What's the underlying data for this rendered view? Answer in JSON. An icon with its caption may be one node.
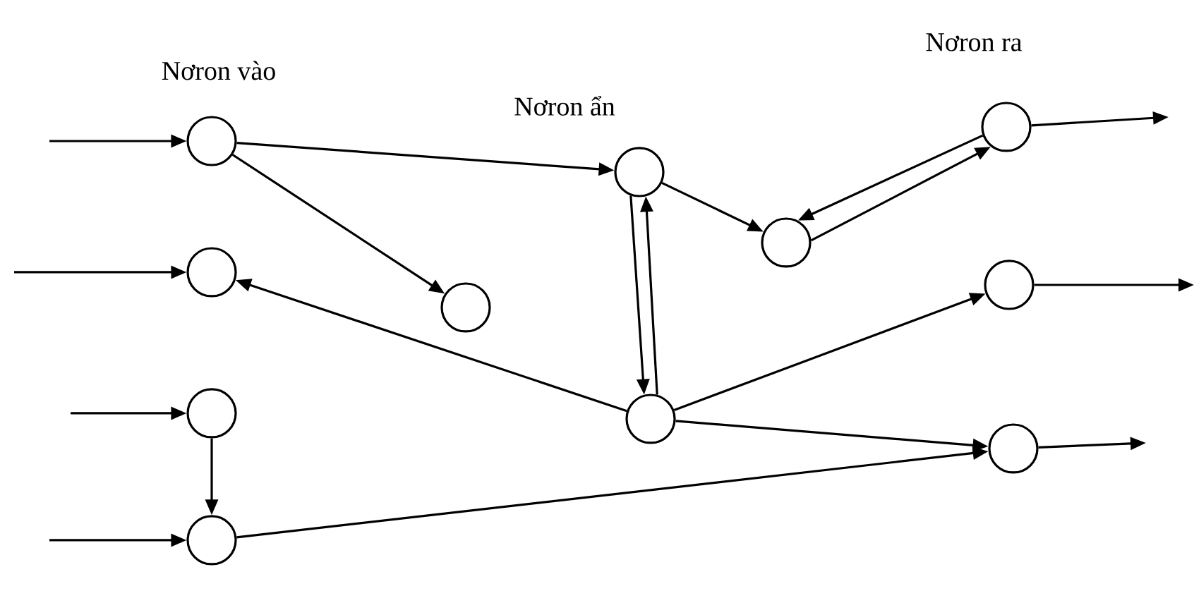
{
  "diagram": {
    "nodes": [
      {
        "text": [],
        "shape": "circle"
      },
      {
        "text": [],
        "shape": "circle"
      },
      {
        "text": [],
        "shape": "circle"
      },
      {
        "text": [],
        "shape": "circle"
      },
      {
        "text": [],
        "shape": "circle"
      },
      {
        "text": [],
        "shape": "circle"
      },
      {
        "text": [],
        "shape": "circle"
      },
      {
        "text": [],
        "shape": "circle"
      },
      {
        "text": [],
        "shape": "circle"
      },
      {
        "text": [],
        "shape": "circle"
      },
      {
        "text": [],
        "shape": "circle"
      }
    ],
    "edges": [
      {
        "from": null,
        "to": 0,
        "arrow": "to"
      },
      {
        "from": null,
        "to": 1,
        "arrow": "to"
      },
      {
        "from": null,
        "to": 2,
        "arrow": "to"
      },
      {
        "from": null,
        "to": 3,
        "arrow": "to"
      },
      {
        "from": 0,
        "to": 5,
        "arrow": "to"
      },
      {
        "from": 0,
        "to": 4,
        "arrow": "to"
      },
      {
        "from": 5,
        "to": 6,
        "arrow": "to"
      },
      {
        "from": 8,
        "to": 6,
        "arrow": "to"
      },
      {
        "from": 6,
        "to": 8,
        "arrow": "to"
      },
      {
        "from": 5,
        "to": 7,
        "arrow": "to"
      },
      {
        "from": 7,
        "to": 5,
        "arrow": "to"
      },
      {
        "from": 7,
        "to": 1,
        "arrow": "to"
      },
      {
        "from": 7,
        "to": 9,
        "arrow": "to"
      },
      {
        "from": 7,
        "to": 10,
        "arrow": "to"
      },
      {
        "from": 2,
        "to": 3,
        "arrow": "to"
      },
      {
        "from": 3,
        "to": 10,
        "arrow": "to"
      },
      {
        "from": 8,
        "to": null,
        "arrow": "to"
      },
      {
        "from": 9,
        "to": null,
        "arrow": "to"
      },
      {
        "from": 10,
        "to": null,
        "arrow": "to"
      }
    ],
    "labels": [
      "Nơron vào",
      "Nơron ẩn",
      "Nơron ra"
    ]
  }
}
